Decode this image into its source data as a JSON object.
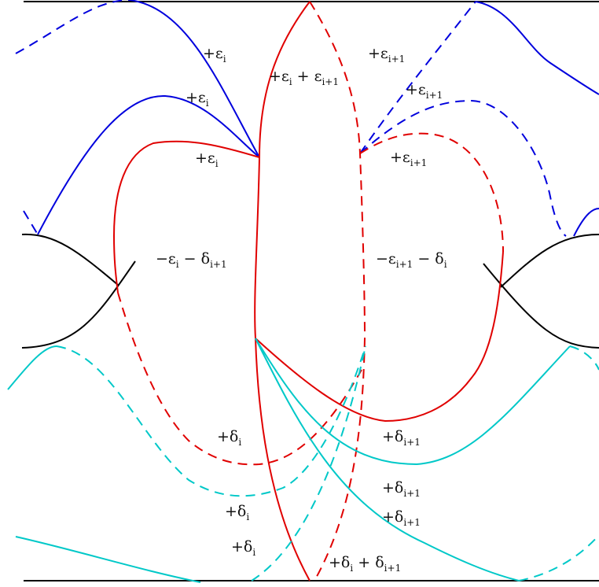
{
  "colors": {
    "boundary": "#000000",
    "epsilon": "#0000dd",
    "sum": "#e00000",
    "delta": "#00c8c8"
  },
  "labels": {
    "eps_i_a": {
      "sign": "+",
      "sym": "ε",
      "sub": "i"
    },
    "eps_i_b": {
      "sign": "+",
      "sym": "ε",
      "sub": "i"
    },
    "eps_i_c": {
      "sign": "+",
      "sym": "ε",
      "sub": "i"
    },
    "eps_sum": {
      "sign": "+",
      "sym": "ε",
      "sub": "i",
      "mid": " + ε",
      "sub2": "i+1"
    },
    "eps_i1_a": {
      "sign": "+",
      "sym": "ε",
      "sub": "i+1"
    },
    "eps_i1_b": {
      "sign": "+",
      "sym": "ε",
      "sub": "i+1"
    },
    "eps_i1_c": {
      "sign": "+",
      "sym": "ε",
      "sub": "i+1"
    },
    "neg_left": {
      "sign": "−",
      "sym": "ε",
      "sub": "i",
      "mid": " − δ",
      "sub2": "i+1"
    },
    "neg_right": {
      "sign": "−",
      "sym": "ε",
      "sub": "i+1",
      "mid": " − δ",
      "sub2": "i"
    },
    "delta_i_a": {
      "sign": "+",
      "sym": "δ",
      "sub": "i"
    },
    "delta_i_b": {
      "sign": "+",
      "sym": "δ",
      "sub": "i"
    },
    "delta_i_c": {
      "sign": "+",
      "sym": "δ",
      "sub": "i"
    },
    "delta_i1_a": {
      "sign": "+",
      "sym": "δ",
      "sub": "i+1"
    },
    "delta_i1_b": {
      "sign": "+",
      "sym": "δ",
      "sub": "i+1"
    },
    "delta_i1_c": {
      "sign": "+",
      "sym": "δ",
      "sub": "i+1"
    },
    "delta_sum": {
      "sign": "+",
      "sym": "δ",
      "sub": "i",
      "mid": " + δ",
      "sub2": "i+1"
    }
  }
}
